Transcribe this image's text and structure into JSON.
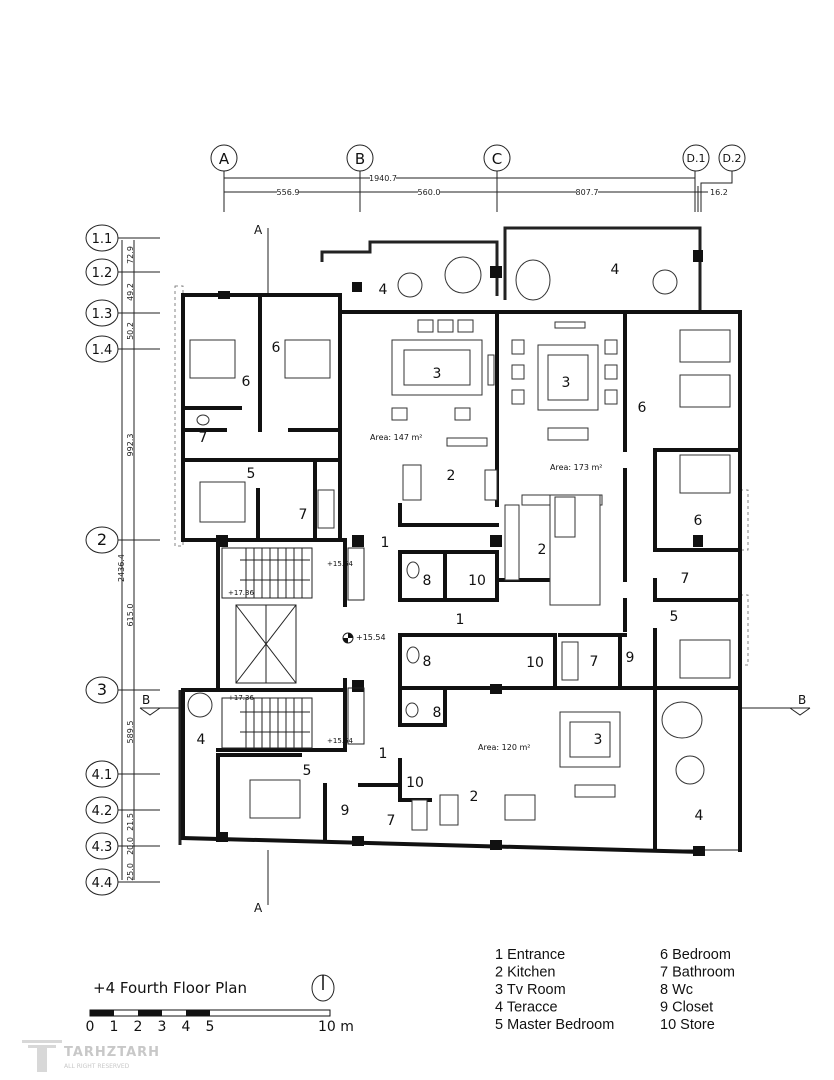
{
  "grid_top": {
    "axes": [
      "A",
      "B",
      "C",
      "D.1",
      "D.2"
    ],
    "overall": "1940.7",
    "spans": [
      "556.9",
      "560.0",
      "807.7",
      "16.2"
    ]
  },
  "grid_left": {
    "axes": [
      "1.1",
      "1.2",
      "1.3",
      "1.4",
      "2",
      "3",
      "4.1",
      "4.2",
      "4.3",
      "4.4"
    ],
    "overall": "2436.4",
    "spans": [
      "72.9",
      "49.2",
      "50.2",
      "992.3",
      "615.0",
      "589.5",
      "21.5",
      "20.0",
      "25.0"
    ]
  },
  "sections": {
    "a": "A",
    "b": "B"
  },
  "areas": [
    "Area: 147 m²",
    "Area: 173 m²",
    "Area: 120 m²"
  ],
  "levels": {
    "main": "+15.54",
    "stair_upper": "+15.54",
    "stair_lower": "+15.54",
    "stair_upper_b": "+17.36",
    "stair_lower_b": "+17.36"
  },
  "room_tags": [
    "6",
    "6",
    "3",
    "3",
    "4",
    "4",
    "6",
    "7",
    "5",
    "7",
    "2",
    "2",
    "6",
    "1",
    "8",
    "10",
    "7",
    "1",
    "5",
    "8",
    "10",
    "7",
    "9",
    "8",
    "3",
    "4",
    "1",
    "5",
    "10",
    "2",
    "9",
    "7",
    "4"
  ],
  "title": "+4  Fourth Floor Plan",
  "scale": {
    "labels": [
      "0",
      "1",
      "2",
      "3",
      "4",
      "5"
    ],
    "end": "10 m"
  },
  "legend": {
    "col1": [
      "1  Entrance",
      "2  Kitchen",
      "3  Tv Room",
      "4  Teracce",
      "5  Master Bedroom"
    ],
    "col2": [
      "6  Bedroom",
      "7  Bathroom",
      "8  Wc",
      "9  Closet",
      "10  Store"
    ]
  },
  "watermark": {
    "name": "TARHZTARH",
    "sub": "ALL RIGHT RESERVED"
  }
}
